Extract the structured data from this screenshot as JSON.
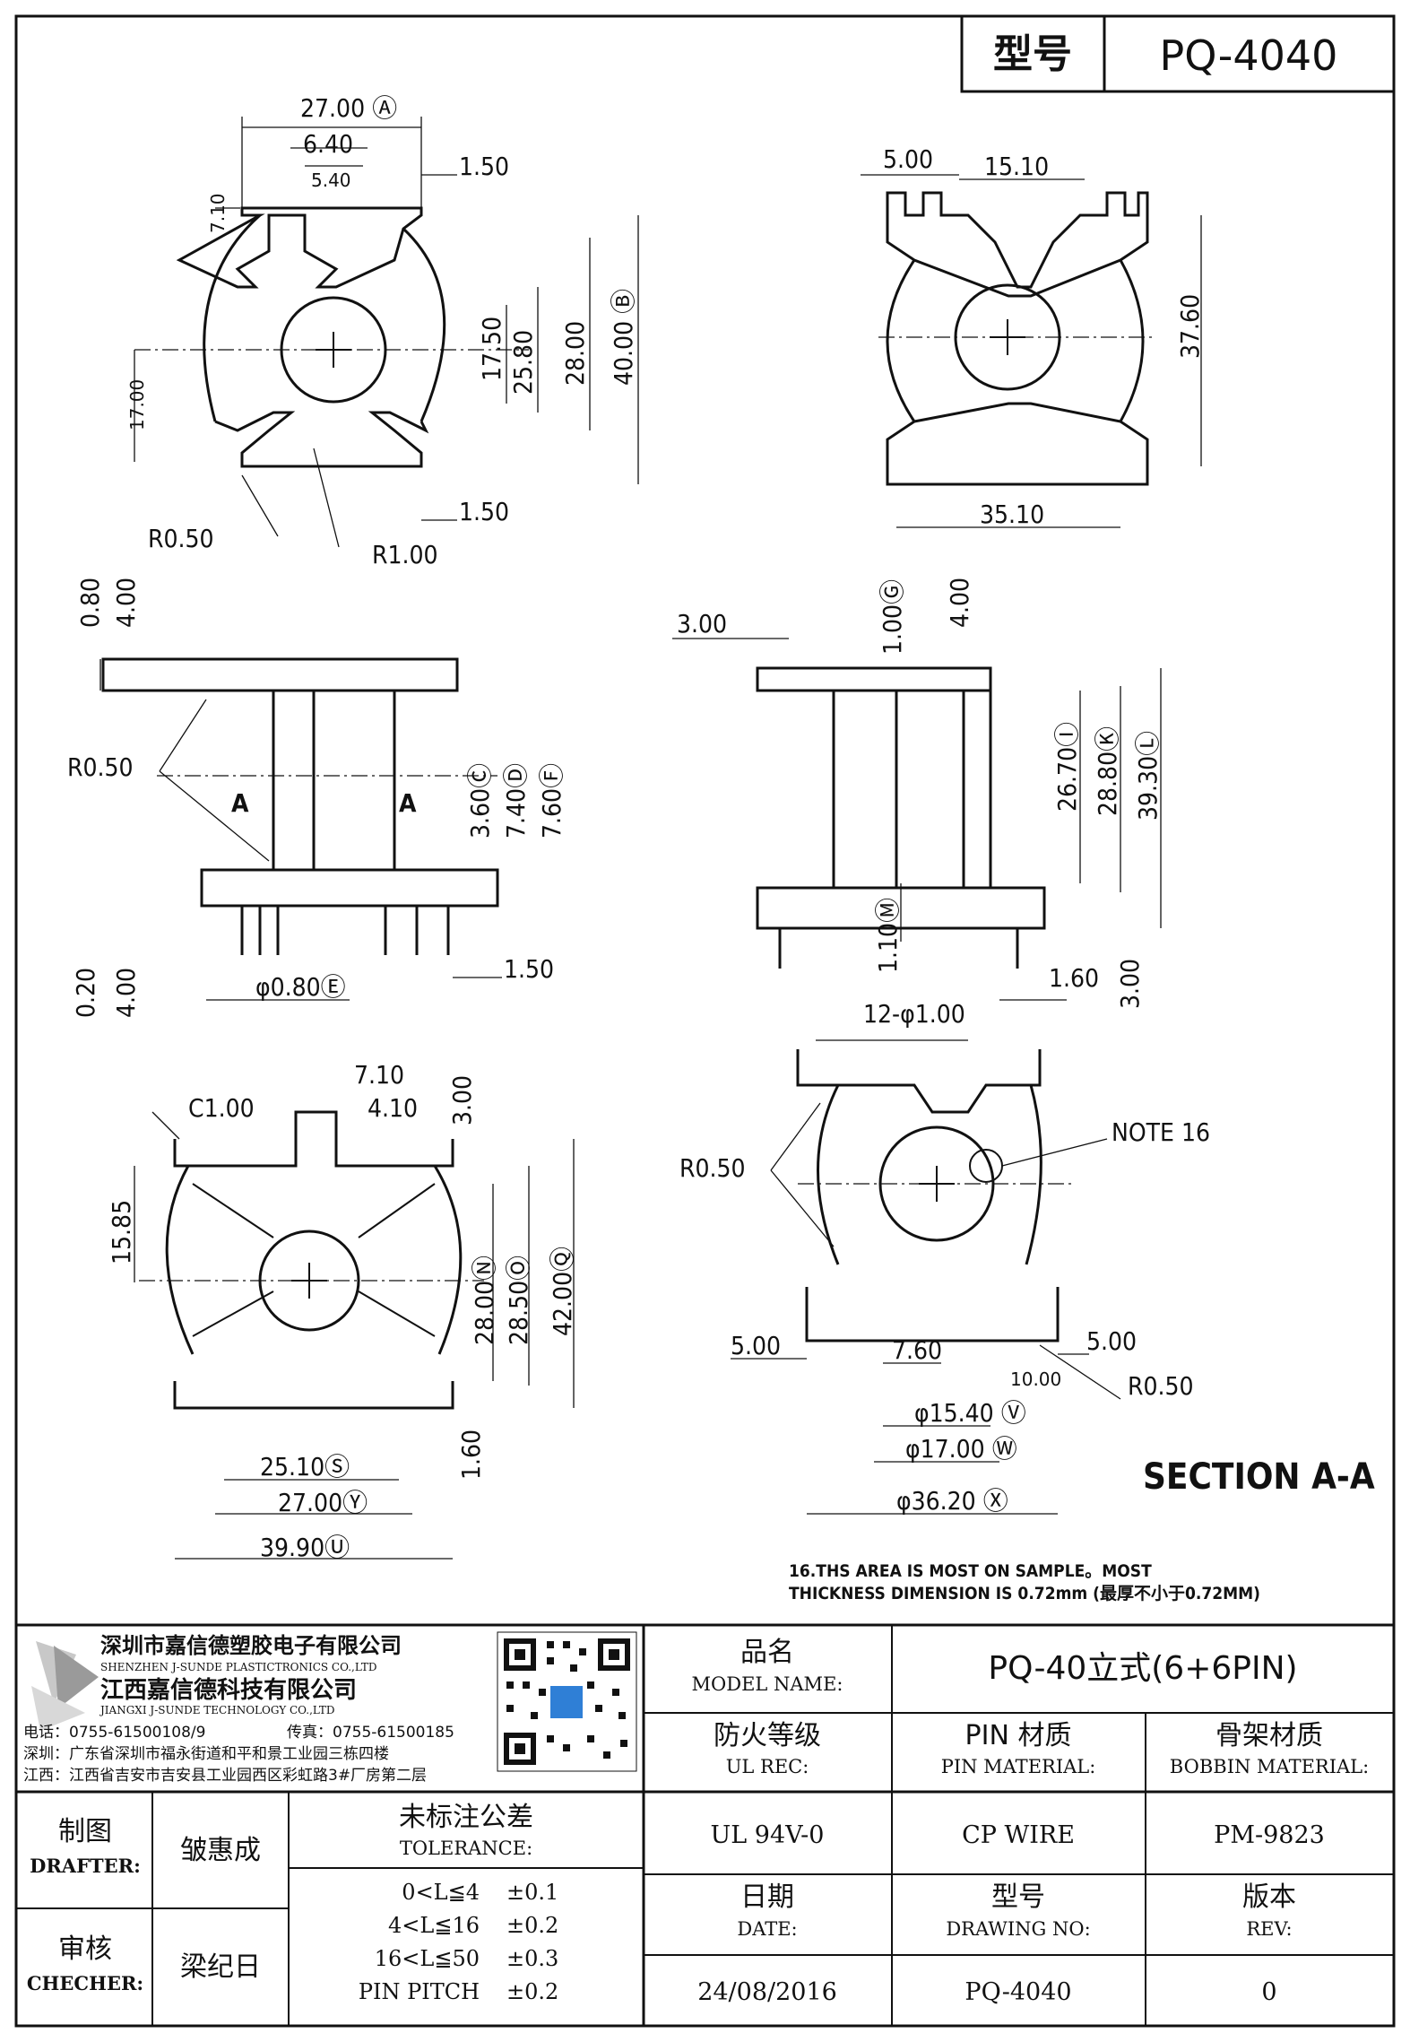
{
  "header": {
    "model_label": "型号",
    "model_value": "PQ-4040"
  },
  "views": {
    "top": {
      "dims": [
        "27.00 Ⓐ",
        "6.40",
        "5.40",
        "1.50",
        "7.10",
        "17.00",
        "17.50",
        "25.80",
        "28.00",
        "40.00 Ⓑ",
        "1.50",
        "R0.50",
        "R1.00"
      ]
    },
    "bottom": {
      "dims": [
        "5.00",
        "15.10",
        "37.60",
        "35.10"
      ]
    },
    "front": {
      "dims": [
        "0.80",
        "4.00",
        "R0.50",
        "A",
        "A",
        "3.60Ⓒ",
        "7.40Ⓓ",
        "7.60Ⓕ",
        "0.20",
        "4.00",
        "φ0.80Ⓔ",
        "1.50"
      ]
    },
    "side": {
      "dims": [
        "3.00",
        "1.00Ⓖ",
        "4.00",
        "26.70Ⓘ",
        "28.80Ⓚ",
        "39.30Ⓛ",
        "1.10Ⓜ"
      ]
    },
    "pin": {
      "dims": [
        "C1.00",
        "7.10",
        "4.10",
        "3.00",
        "15.85",
        "28.00Ⓝ",
        "28.50Ⓞ",
        "42.00Ⓠ",
        "25.10Ⓢ",
        "27.00Ⓨ",
        "39.90Ⓤ",
        "1.60"
      ]
    },
    "section": {
      "dims": [
        "12-φ1.00",
        "1.60",
        "3.00",
        "NOTE 16",
        "R0.50",
        "5.00",
        "7.60",
        "10.00",
        "5.00",
        "R0.50",
        "φ15.40 Ⓥ",
        "φ17.00 Ⓦ",
        "φ36.20 Ⓧ"
      ],
      "title": "SECTION A-A"
    }
  },
  "note": {
    "line1": "16.THS AREA IS MOST ON SAMPLE。MOST",
    "line2": "THICKNESS DIMENSION IS 0.72mm (最厚不小于0.72MM)"
  },
  "company": {
    "name_cn_1": "深圳市嘉信德塑胶电子有限公司",
    "name_en_1": "SHENZHEN J-SUNDE PLASTICTRONICS CO.,LTD",
    "name_cn_2": "江西嘉信德科技有限公司",
    "name_en_2": "JIANGXI J-SUNDE TECHNOLOGY CO.,LTD",
    "phone": "电话：0755-61500108/9",
    "fax": "传真：0755-61500185",
    "addr_sz": "深圳：广东省深圳市福永街道和平和景工业园三栋四楼",
    "addr_jx": "江西：江西省吉安市吉安县工业园西区彩虹路3#厂房第二层"
  },
  "title_block": {
    "model_name_cn": "品名",
    "model_name_en": "MODEL NAME:",
    "model_name_value": "PQ-40立式(6+6PIN)",
    "ul_cn": "防火等级",
    "ul_en": "UL REC:",
    "pin_cn": "PIN 材质",
    "pin_en": "PIN MATERIAL:",
    "bobbin_cn": "骨架材质",
    "bobbin_en": "BOBBIN MATERIAL:",
    "ul_value": "UL 94V-0",
    "pin_value": "CP WIRE",
    "bobbin_value": "PM-9823",
    "drafter_cn": "制图",
    "drafter_en": "DRAFTER:",
    "drafter_name": "皱惠成",
    "checker_cn": "审核",
    "checker_en": "CHECHER:",
    "checker_name": "梁纪日",
    "tol_cn": "未标注公差",
    "tol_en": "TOLERANCE:",
    "tol": [
      {
        "range": "0<L≦4",
        "val": "±0.1"
      },
      {
        "range": "4<L≦16",
        "val": "±0.2"
      },
      {
        "range": "16<L≦50",
        "val": "±0.3"
      },
      {
        "range": "PIN PITCH",
        "val": "±0.2"
      }
    ],
    "date_cn": "日期",
    "date_en": "DATE:",
    "date_value": "24/08/2016",
    "dwg_cn": "型号",
    "dwg_en": "DRAWING NO:",
    "dwg_value": "PQ-4040",
    "rev_cn": "版本",
    "rev_en": "REV:",
    "rev_value": "0"
  }
}
